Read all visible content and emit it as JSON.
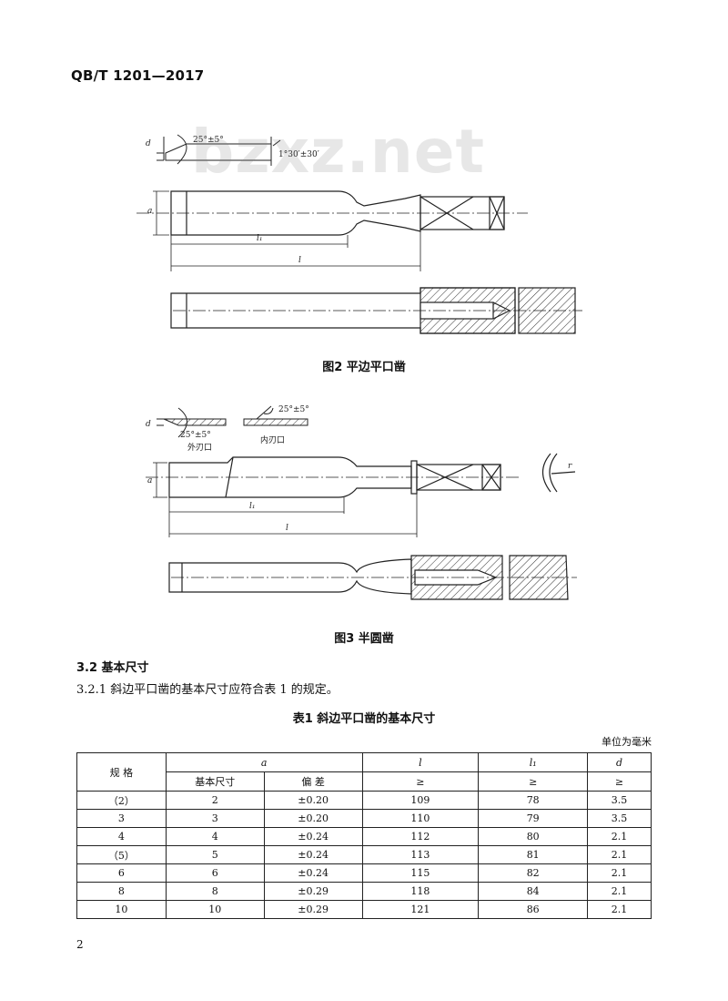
{
  "header": {
    "standard_code": "QB/T 1201—2017"
  },
  "watermark": "bzxz.net",
  "figure2": {
    "caption": "图2   平边平口凿",
    "labels": {
      "angle_edge": "25°±5°",
      "angle_side": "1°30′±30′",
      "d": "d",
      "a": "a",
      "l1": "l₁",
      "l": "l"
    }
  },
  "figure3": {
    "caption": "图3   半圆凿",
    "labels": {
      "angle_outer": "25°±5°",
      "angle_inner": "25°±5°",
      "outer_edge": "外刃口",
      "inner_edge": "内刃口",
      "d": "d",
      "a": "a",
      "l1": "l₁",
      "l": "l",
      "r": "r"
    }
  },
  "section": {
    "title": "3.2   基本尺寸",
    "clause": "3.2.1   斜边平口凿的基本尺寸应符合表 1 的规定。"
  },
  "table": {
    "title": "表1   斜边平口凿的基本尺寸",
    "unit": "单位为毫米",
    "headers": {
      "spec": "规 格",
      "a": "a",
      "a_basic": "基本尺寸",
      "a_tolerance": "偏 差",
      "l": "l",
      "l1": "l₁",
      "d": "d",
      "ge": "≥"
    },
    "rows": [
      {
        "spec": "（2）",
        "a_basic": "2",
        "a_tol": "±0.20",
        "l": "109",
        "l1": "78",
        "d": "3.5"
      },
      {
        "spec": "3",
        "a_basic": "3",
        "a_tol": "±0.20",
        "l": "110",
        "l1": "79",
        "d": "3.5"
      },
      {
        "spec": "4",
        "a_basic": "4",
        "a_tol": "±0.24",
        "l": "112",
        "l1": "80",
        "d": "2.1"
      },
      {
        "spec": "（5）",
        "a_basic": "5",
        "a_tol": "±0.24",
        "l": "113",
        "l1": "81",
        "d": "2.1"
      },
      {
        "spec": "6",
        "a_basic": "6",
        "a_tol": "±0.24",
        "l": "115",
        "l1": "82",
        "d": "2.1"
      },
      {
        "spec": "8",
        "a_basic": "8",
        "a_tol": "±0.29",
        "l": "118",
        "l1": "84",
        "d": "2.1"
      },
      {
        "spec": "10",
        "a_basic": "10",
        "a_tol": "±0.29",
        "l": "121",
        "l1": "86",
        "d": "2.1"
      }
    ]
  },
  "footer": {
    "page_number": "2"
  }
}
